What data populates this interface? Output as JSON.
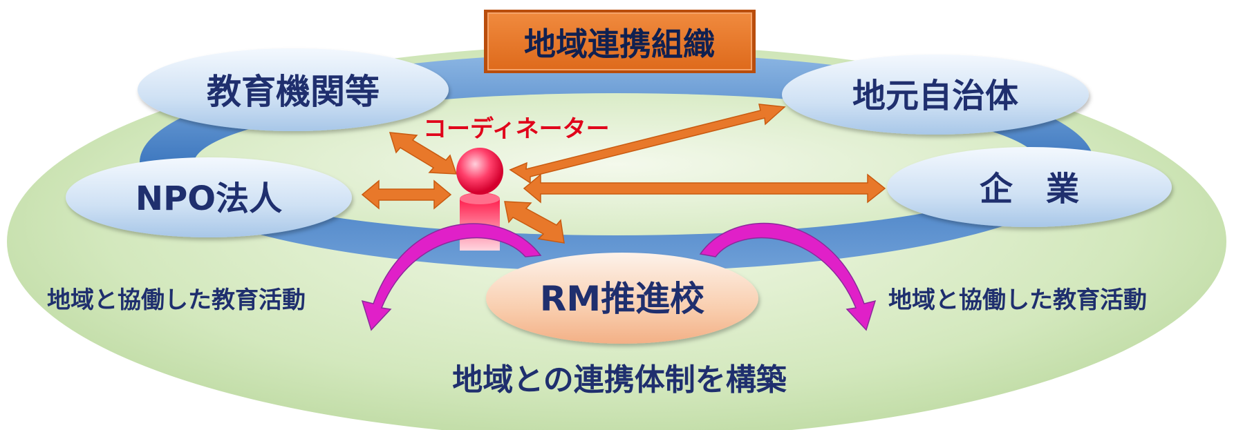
{
  "title_box": {
    "label": "地域連携組織"
  },
  "nodes": {
    "education": "教育機関等",
    "local_gov": "地元自治体",
    "npo": "NPO法人",
    "company": "企　業",
    "school": "RM推進校"
  },
  "coordinator_label": "コーディネーター",
  "activity_left": "地域と協働した教育活動",
  "activity_right": "地域と協働した教育活動",
  "bottom_caption": "地域との連携体制を構築",
  "colors": {
    "outer_ellipse": "#c9e0b0",
    "ring": "#4f86c6",
    "title_box": "#e8782a",
    "node_ellipse": "#cfe0f3",
    "school_ellipse": "#f8c9a8",
    "arrow": "#e8782a",
    "curved_arrow": "#e020c8",
    "coordinator_label": "#e0001a",
    "text": "#1f2f6e"
  }
}
